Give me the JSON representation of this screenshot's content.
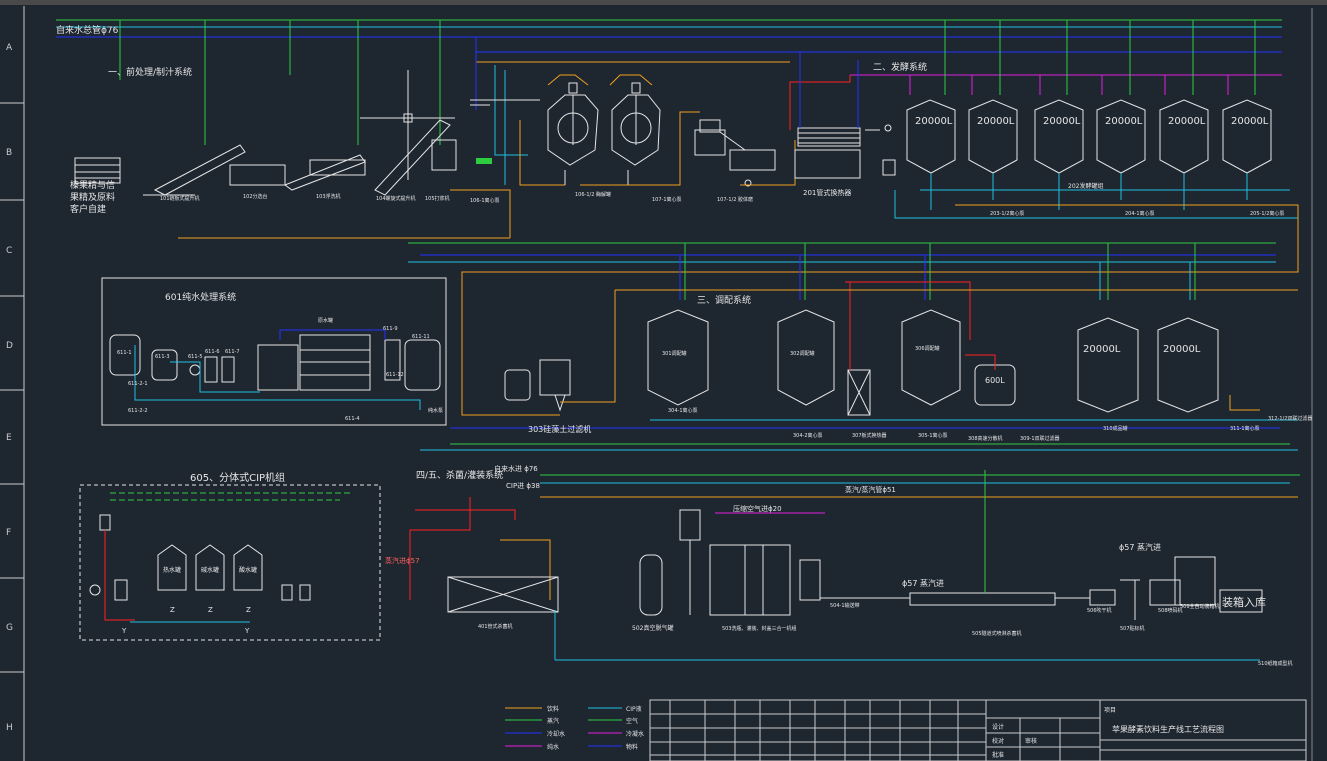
{
  "colors": {
    "background": "#1e2630",
    "equipment": "#e6e6e6",
    "green_line": "#2ecc40",
    "blue_line": "#2233ff",
    "magenta_line": "#e020e0",
    "orange_line": "#f0a020",
    "cyan_line": "#20c0e0",
    "red_line": "#ff2020",
    "white_line": "#e6e6e6"
  },
  "border": {
    "row_letters": [
      "A",
      "B",
      "C",
      "D",
      "E",
      "F",
      "G",
      "H"
    ]
  },
  "main_line": {
    "label": "自来水总管ϕ76"
  },
  "section_pretreatment": {
    "title": "一、前处理/制汁系统",
    "inlet_lines": [
      "榛果精与信",
      "果精及原料",
      "客户自建"
    ],
    "labels": [
      "101链板式提升机",
      "102分选台",
      "103浮洗机",
      "104螺旋式提升机",
      "105打浆机",
      "106-1离心泵",
      "106-1/2 酶解罐",
      "107-1离心泵",
      "107-1/2 胶体磨",
      "201管式换热器"
    ]
  },
  "section_fermentation": {
    "title": "二、发酵系统",
    "tanks": [
      "20000L",
      "20000L",
      "20000L",
      "20000L",
      "20000L",
      "20000L"
    ],
    "labels": [
      "202发酵罐组",
      "203-1/2离心泵",
      "204-1离心泵",
      "205-1/2离心泵"
    ]
  },
  "section_water": {
    "title": "601纯水处理系统",
    "labels": [
      "原水罐",
      "611-1",
      "611-3",
      "611-5",
      "611-6",
      "611-7",
      "611-9",
      "611-11",
      "611-12",
      "611-2-1",
      "611-2-2",
      "611-4",
      "纯水泵"
    ]
  },
  "section_blending": {
    "title": "三、调配系统",
    "tanks": [
      "20000L",
      "20000L"
    ],
    "small_tank": "600L",
    "labels": [
      "303硅藻土过滤机",
      "304-1离心泵",
      "304-2离心泵",
      "305-1离心泵",
      "301调配罐",
      "302调配罐",
      "306调配罐",
      "307板式换热器",
      "308高速分散机",
      "309-1双联过滤器",
      "310成品罐",
      "311-1离心泵",
      "312-1/2双联过滤器"
    ]
  },
  "section_cip": {
    "title": "605、分体式CIP机组",
    "tanks": [
      "热水罐",
      "碱水罐",
      "酸水罐"
    ],
    "pipe_labels": [
      "Z",
      "Z",
      "Z",
      "Y",
      "Y"
    ]
  },
  "section_filling": {
    "title": "四/五、杀菌/灌装系统",
    "water_label": "自来水进 ϕ76",
    "cip_label": "CIP进 ϕ38",
    "steam_main": "蒸汽/蒸汽管ϕ51",
    "compressed_air": "压缩空气进ϕ20",
    "steam_in": "蒸汽进ϕ57",
    "steam_in_2": "ϕ57 蒸汽进",
    "steam_in_3": "ϕ57 蒸汽进",
    "packing": "装箱入库",
    "labels": [
      "401管式杀菌机",
      "502真空脱气罐",
      "503洗瓶、灌装、封盖三合一机组",
      "504-1输送带",
      "505隧道式喷淋杀菌机",
      "506吹干机",
      "507贴标机",
      "508喷码机",
      "509全自动装箱机",
      "510纸箱成型机"
    ]
  },
  "legend": {
    "items": [
      "饮料",
      "蒸汽",
      "冷却水",
      "纯水",
      "CIP液",
      "空气",
      "冷凝水",
      "物料"
    ]
  },
  "title_block": {
    "drawing_title": "苹果酵素饮料生产线工艺流程图",
    "project_label": "项目",
    "rows": [
      "设计",
      "校对",
      "审核",
      "批准"
    ]
  }
}
